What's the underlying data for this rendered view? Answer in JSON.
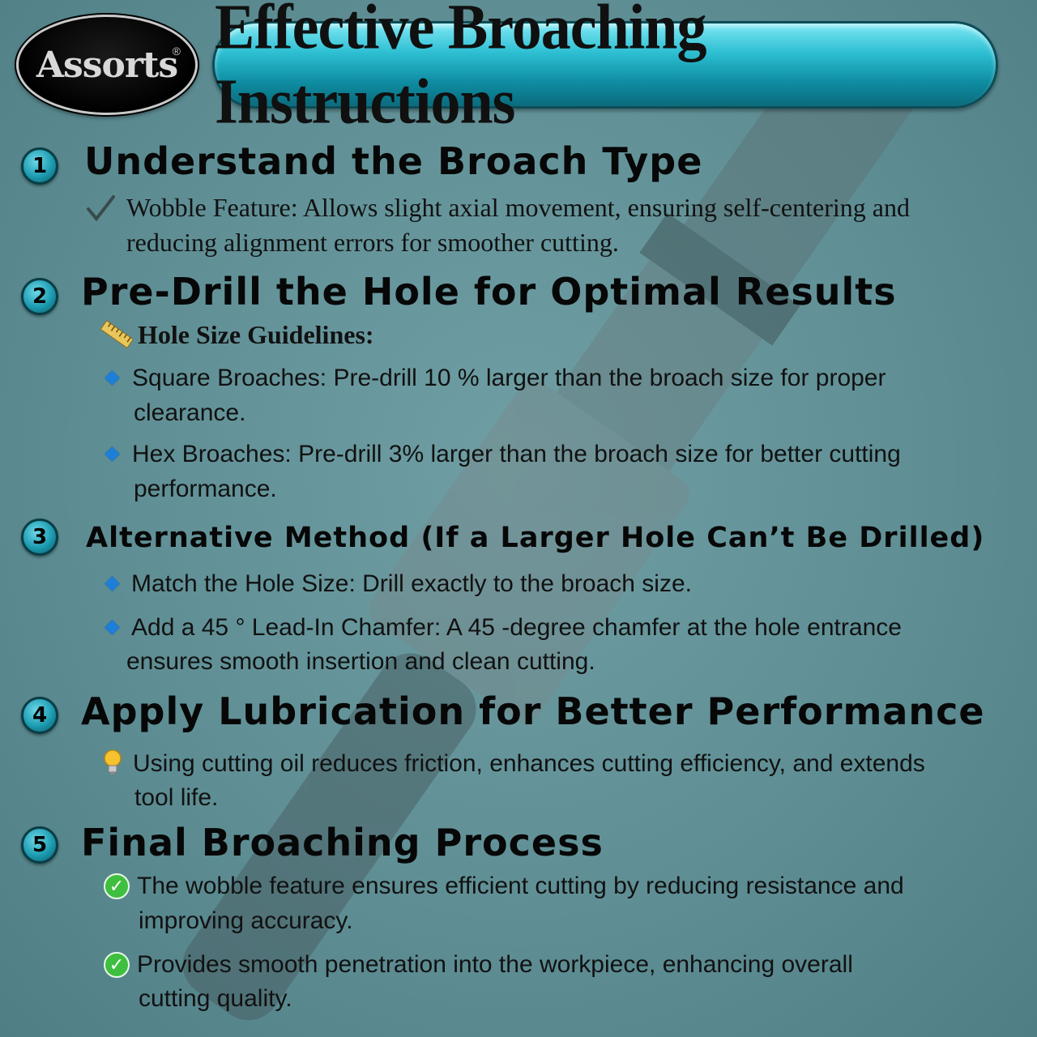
{
  "brand": {
    "logo_text": "Assorts",
    "logo_mark": "®"
  },
  "title": "Effective Broaching Instructions",
  "sections": [
    {
      "number": "1",
      "heading": "Understand the Broach Type",
      "icon": "checkmark-icon",
      "lines": [
        "Wobble Feature: Allows slight axial movement, ensuring self-centering and",
        "reducing alignment errors for smoother cutting."
      ]
    },
    {
      "number": "2",
      "heading": "Pre-Drill the Hole for Optimal Results",
      "subheading": "Hole Size Guidelines:",
      "subheading_icon": "ruler-icon",
      "items": [
        {
          "icon": "diamond-bullet-icon",
          "lines": [
            "Square Broaches: Pre-drill 10 % larger than the broach size for proper",
            "clearance."
          ]
        },
        {
          "icon": "diamond-bullet-icon",
          "lines": [
            "Hex Broaches: Pre-drill 3% larger than the broach size for better cutting",
            "performance."
          ]
        }
      ]
    },
    {
      "number": "3",
      "heading": "Alternative Method (If a Larger Hole Can’t Be Drilled)",
      "items": [
        {
          "icon": "diamond-bullet-icon",
          "lines": [
            "Match the Hole Size: Drill exactly to the broach size."
          ]
        },
        {
          "icon": "diamond-bullet-icon",
          "lines": [
            "Add a 45 ° Lead-In Chamfer: A 45 -degree chamfer at the hole entrance",
            "ensures smooth insertion and clean cutting."
          ]
        }
      ]
    },
    {
      "number": "4",
      "heading": "Apply Lubrication for Better Performance",
      "items": [
        {
          "icon": "lightbulb-icon",
          "lines": [
            "Using cutting oil reduces friction, enhances cutting efficiency, and extends",
            "tool life."
          ]
        }
      ]
    },
    {
      "number": "5",
      "heading": "Final Broaching Process",
      "items": [
        {
          "icon": "green-check-icon",
          "lines": [
            "The wobble feature ensures efficient cutting by reducing resistance and",
            "improving accuracy."
          ]
        },
        {
          "icon": "green-check-icon",
          "lines": [
            "Provides smooth penetration into the workpiece, enhancing overall",
            "cutting quality."
          ]
        }
      ]
    }
  ],
  "colors": {
    "background": "#5f8f95",
    "banner": "#2ebfd3",
    "number_badge": "#1c9bb0",
    "bullet": "#1d7fd8",
    "check": "#3fbf3f"
  }
}
